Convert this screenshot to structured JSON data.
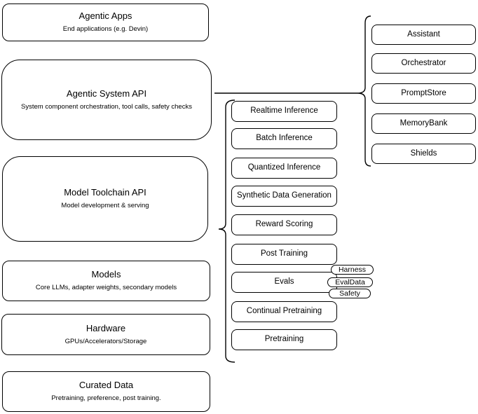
{
  "diagram": {
    "colors": {
      "stroke": "#000000",
      "fill": "#ffffff",
      "text": "#000000"
    },
    "stack": [
      {
        "title": "Agentic Apps",
        "subtitle": "End applications (e.g. Devin)"
      },
      {
        "title": "Agentic System API",
        "subtitle": "System component orchestration, tool calls, safety checks"
      },
      {
        "title": "Model Toolchain API",
        "subtitle": "Model development & serving"
      },
      {
        "title": "Models",
        "subtitle": "Core LLMs, adapter weights, secondary models"
      },
      {
        "title": "Hardware",
        "subtitle": "GPUs/Accelerators/Storage"
      },
      {
        "title": "Curated Data",
        "subtitle": "Pretraining, preference, post training."
      }
    ],
    "toolchain_items": [
      "Realtime Inference",
      "Batch Inference",
      "Quantized Inference",
      "Synthetic Data Generation",
      "Reward Scoring",
      "Post Training",
      "Evals",
      "Continual Pretraining",
      "Pretraining"
    ],
    "evals_tags": [
      "Harness",
      "EvalData",
      "Safety"
    ],
    "system_components": [
      "Assistant",
      "Orchestrator",
      "PromptStore",
      "MemoryBank",
      "Shields"
    ]
  }
}
